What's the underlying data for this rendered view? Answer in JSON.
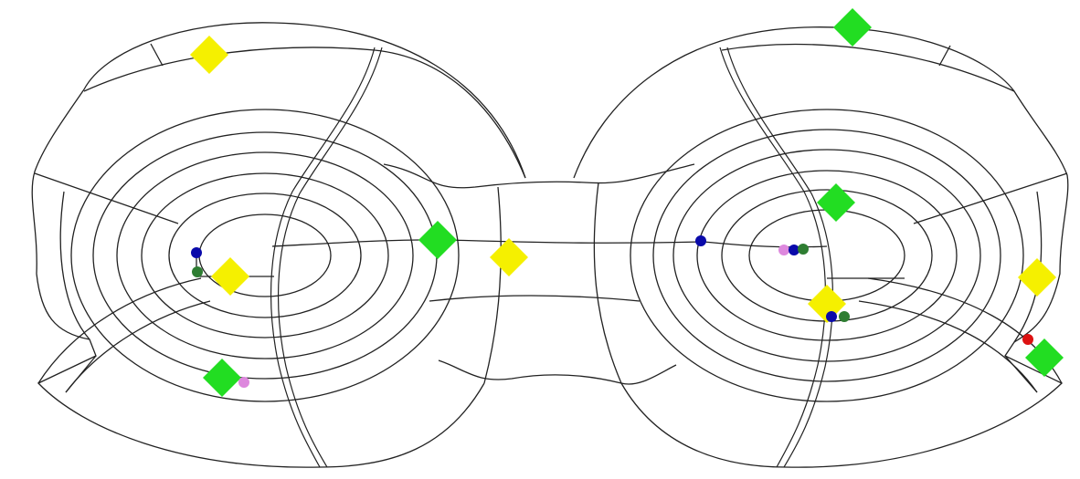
{
  "map": {
    "background": "#ffffff",
    "line_color": "#222222"
  },
  "markers": {
    "colors": {
      "green": "#22dd22",
      "yellow": "#f5f000",
      "blue": "#0a0aaa",
      "dark-green": "#2e7d32",
      "pink": "#dd88dd",
      "red": "#dd1111"
    },
    "diamonds": [
      {
        "color": "yellow",
        "name": "yellow-diamond-left-top"
      },
      {
        "color": "yellow",
        "name": "yellow-diamond-left-center"
      },
      {
        "color": "green",
        "name": "green-diamond-left-bottom"
      },
      {
        "color": "green",
        "name": "green-diamond-left-bridge"
      },
      {
        "color": "yellow",
        "name": "yellow-diamond-bridge"
      },
      {
        "color": "green",
        "name": "green-diamond-right-top"
      },
      {
        "color": "green",
        "name": "green-diamond-right-center"
      },
      {
        "color": "yellow",
        "name": "yellow-diamond-right-center"
      },
      {
        "color": "yellow",
        "name": "yellow-diamond-right-edge"
      },
      {
        "color": "green",
        "name": "green-diamond-right-bottom"
      }
    ],
    "dots": [
      {
        "color": "blue",
        "name": "blue-dot-left"
      },
      {
        "color": "dark-green",
        "name": "dark-green-dot-left"
      },
      {
        "color": "pink",
        "name": "pink-dot-left"
      },
      {
        "color": "blue",
        "name": "blue-dot-right-path"
      },
      {
        "color": "pink",
        "name": "pink-dot-right"
      },
      {
        "color": "blue",
        "name": "blue-dot-right-center"
      },
      {
        "color": "dark-green",
        "name": "dark-green-dot-right-center"
      },
      {
        "color": "blue",
        "name": "blue-dot-right-lower"
      },
      {
        "color": "dark-green",
        "name": "dark-green-dot-right-lower"
      },
      {
        "color": "red",
        "name": "red-dot-right-edge"
      }
    ]
  }
}
